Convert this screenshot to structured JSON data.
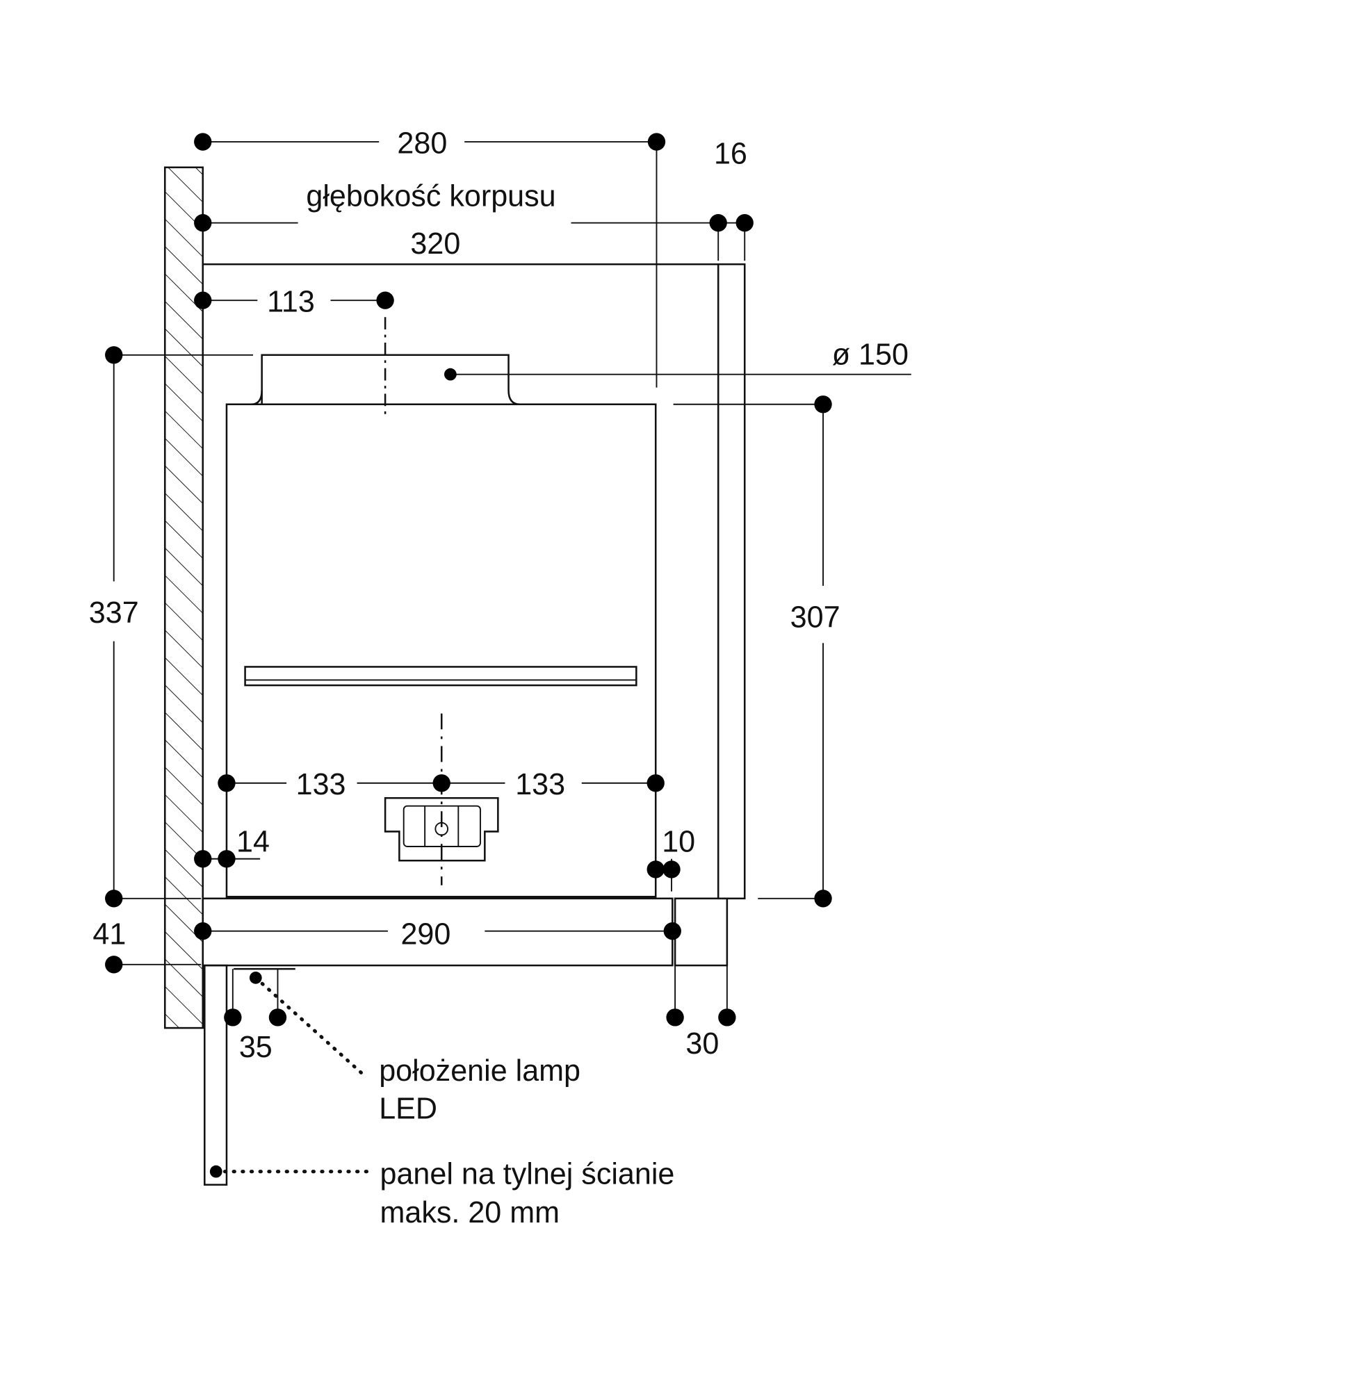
{
  "dimensions": {
    "width_280": "280",
    "front_16": "16",
    "depth_label": "głębokość korpusu",
    "depth_320": "320",
    "duct_offset_113": "113",
    "duct_diameter": "ø 150",
    "height_337": "337",
    "height_307": "307",
    "left_133": "133",
    "right_133": "133",
    "gap_14": "14",
    "gap_10": "10",
    "drawer_41": "41",
    "drawer_290": "290",
    "lamp_35": "35",
    "front_30": "30"
  },
  "annotations": {
    "led_line1": "położenie lamp",
    "led_line2": "LED",
    "panel_line1": "panel na tylnej ścianie",
    "panel_line2": "maks. 20 mm"
  },
  "colors": {
    "ink": "#111111",
    "background": "#ffffff"
  }
}
